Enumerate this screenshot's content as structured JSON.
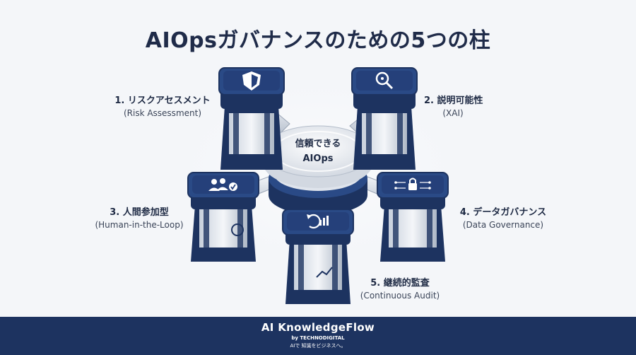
{
  "title": "AIOpsガバナンスのための5つの柱",
  "center": {
    "line1": "信頼できる",
    "line2": "AIOps"
  },
  "pillars": [
    {
      "jp": "1. リスクアセスメント",
      "en": "(Risk Assessment)",
      "icon": "shield-icon"
    },
    {
      "jp": "2. 説明可能性",
      "en": "(XAI)",
      "icon": "magnifier-icon"
    },
    {
      "jp": "3. 人間参加型",
      "en": "(Human-in-the-Loop)",
      "icon": "people-check-icon"
    },
    {
      "jp": "4. データガバナンス",
      "en": "(Data Governance)",
      "icon": "lock-network-icon"
    },
    {
      "jp": "5. 継続的監査",
      "en": "(Continuous Audit)",
      "icon": "refresh-chart-icon"
    }
  ],
  "footer": {
    "brand": "AI KnowledgeFlow",
    "by": "by TECHNODIGITAL",
    "tagline": "AIで 知識をビジネスへ。"
  },
  "colors": {
    "navy": "#1d3360",
    "pillar_top": "#25407a",
    "background": "#f4f6f9"
  }
}
